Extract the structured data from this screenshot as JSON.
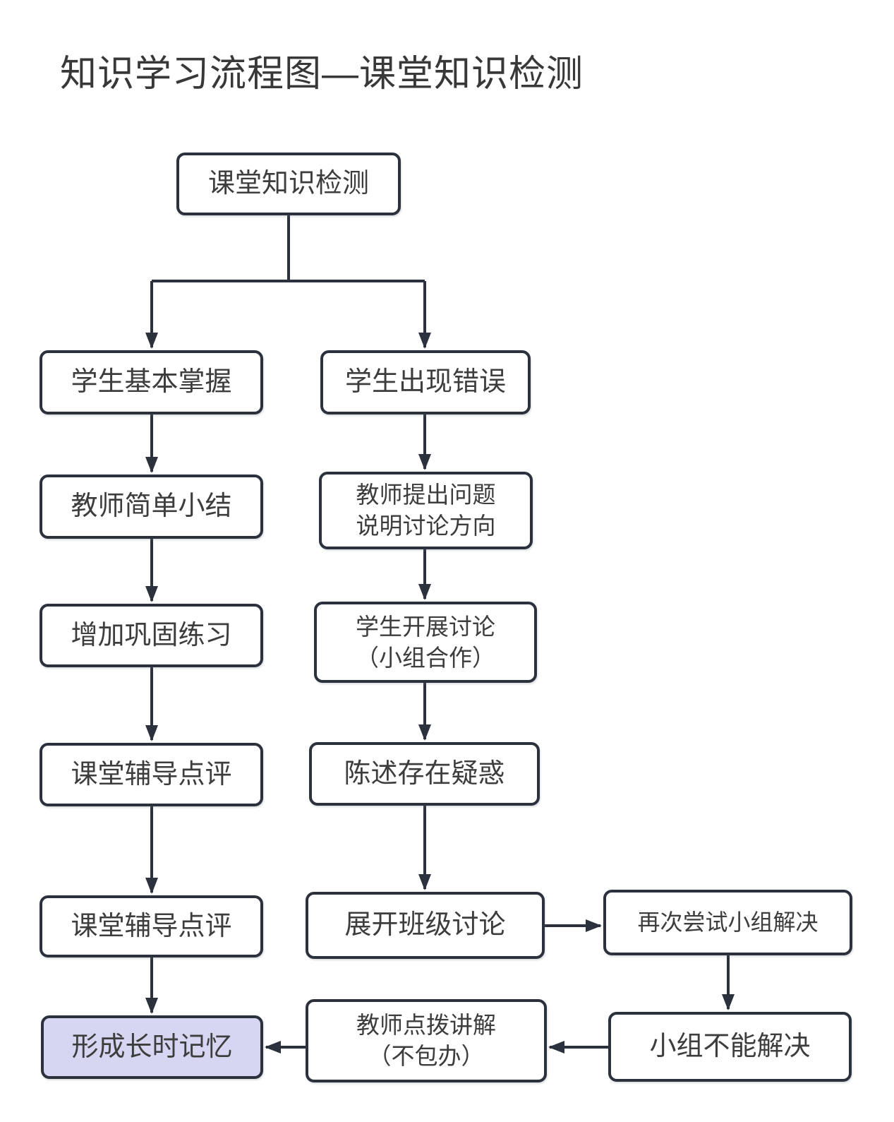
{
  "title": "知识学习流程图—课堂知识检测",
  "colors": {
    "line": "#2c323d",
    "text": "#3d3d3d",
    "node_background": "#ffffff",
    "highlight_background": "#d6d6f3",
    "page_background": "#ffffff"
  },
  "nodes": [
    {
      "id": "start",
      "label": "课堂知识检测"
    },
    {
      "id": "student-mastered",
      "label": "学生基本掌握"
    },
    {
      "id": "student-errors",
      "label": "学生出现错误"
    },
    {
      "id": "teacher-summary",
      "label": "教师简单小结"
    },
    {
      "id": "teacher-questions",
      "label": "教师提出问题\n说明讨论方向"
    },
    {
      "id": "consolidation-practice",
      "label": "增加巩固练习"
    },
    {
      "id": "group-discussion",
      "label": "学生开展讨论\n（小组合作）"
    },
    {
      "id": "tutoring-review-1",
      "label": "课堂辅导点评"
    },
    {
      "id": "state-doubts",
      "label": "陈述存在疑惑"
    },
    {
      "id": "tutoring-review-2",
      "label": "课堂辅导点评"
    },
    {
      "id": "class-discussion",
      "label": "展开班级讨论"
    },
    {
      "id": "retry-group-solve",
      "label": "再次尝试小组解决"
    },
    {
      "id": "long-term-memory",
      "label": "形成长时记忆"
    },
    {
      "id": "teacher-guidance",
      "label": "教师点拨讲解\n（不包办）"
    },
    {
      "id": "group-cannot-solve",
      "label": "小组不能解决"
    }
  ],
  "edges": [
    {
      "from": "start",
      "to": "student-mastered"
    },
    {
      "from": "start",
      "to": "student-errors"
    },
    {
      "from": "student-mastered",
      "to": "teacher-summary"
    },
    {
      "from": "teacher-summary",
      "to": "consolidation-practice"
    },
    {
      "from": "consolidation-practice",
      "to": "tutoring-review-1"
    },
    {
      "from": "tutoring-review-1",
      "to": "tutoring-review-2"
    },
    {
      "from": "tutoring-review-2",
      "to": "long-term-memory"
    },
    {
      "from": "student-errors",
      "to": "teacher-questions"
    },
    {
      "from": "teacher-questions",
      "to": "group-discussion"
    },
    {
      "from": "group-discussion",
      "to": "state-doubts"
    },
    {
      "from": "state-doubts",
      "to": "class-discussion"
    },
    {
      "from": "class-discussion",
      "to": "retry-group-solve"
    },
    {
      "from": "retry-group-solve",
      "to": "group-cannot-solve"
    },
    {
      "from": "group-cannot-solve",
      "to": "teacher-guidance"
    },
    {
      "from": "teacher-guidance",
      "to": "long-term-memory"
    }
  ]
}
